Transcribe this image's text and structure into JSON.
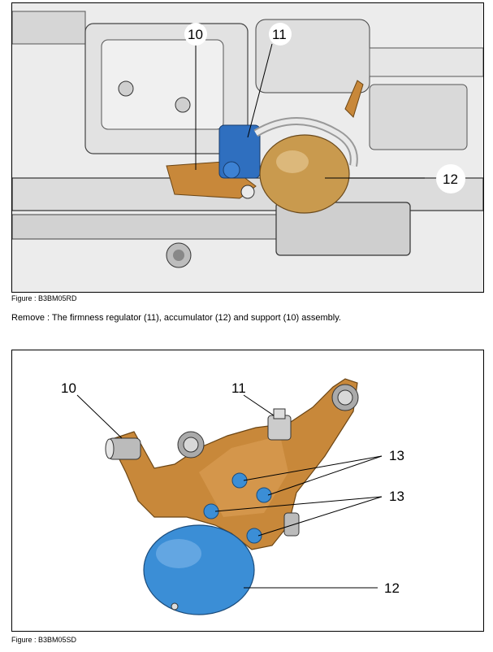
{
  "figure1": {
    "caption": "Figure : B3BM05RD",
    "labels": {
      "support": "10",
      "regulator": "11",
      "accumulator": "12"
    }
  },
  "instruction": "Remove : The firmness regulator (11), accumulator (12) and support (10) assembly.",
  "figure2": {
    "caption": "Figure : B3BM05SD",
    "labels": {
      "support": "10",
      "regulator": "11",
      "screws_top": "13",
      "screws_bottom": "13",
      "accumulator": "12"
    }
  },
  "colors": {
    "support": "#c8883a",
    "accumulator_fig1": "#c99a4e",
    "accumulator_fig2": "#3b8ed6",
    "regulator_fig1": "#2f6fbf"
  }
}
